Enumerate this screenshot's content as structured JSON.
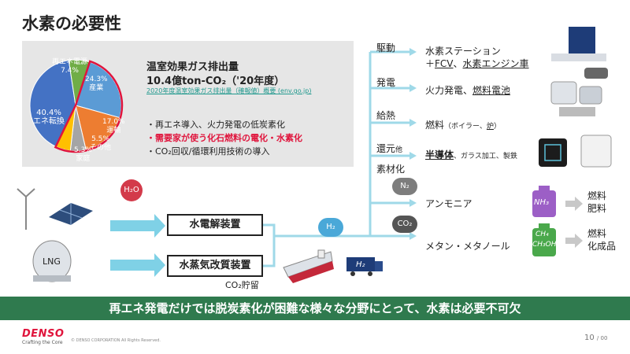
{
  "page_title": "水素の必要性",
  "emissions": {
    "title": "温室効果ガス排出量",
    "value": "10.4億ton-CO₂（'20年度）",
    "source": "2020年度温室効果ガス排出量（確報値）概要 (env.go.jp)"
  },
  "pie": {
    "slices": [
      {
        "label": "産業",
        "value": 24.3,
        "value_label": "24.3%",
        "color": "#5b9bd5"
      },
      {
        "label": "運輸",
        "value": 17.0,
        "value_label": "17.0%",
        "color": "#ed7d31"
      },
      {
        "label": "その他",
        "value": 5.5,
        "value_label": "5.5%",
        "color": "#a5a5a5"
      },
      {
        "label": "家庭",
        "value": 5.3,
        "value_label": "5.3%",
        "color": "#ffc000"
      },
      {
        "label": "エネ転換",
        "value": 40.4,
        "value_label": "40.4%",
        "color": "#4472c4"
      },
      {
        "label": "再エネ電源",
        "value": 7.4,
        "value_label": "7.4%",
        "color": "#70ad47"
      }
    ],
    "highlight_color": "#e0143c"
  },
  "bullets": [
    "・再エネ導入、火力発電の低炭素化",
    "・需要家が使う化石燃料の電化・水素化",
    "・CO₂回収/循環利用技術の導入"
  ],
  "categories": {
    "drive": "駆動",
    "power": "発電",
    "heat": "給熱",
    "reduction": "還元",
    "reduction_suffix": "他",
    "material": "素材化"
  },
  "usages": {
    "drive_line1": "水素ステーション",
    "drive_line2_prefix": "＋",
    "drive_fcv": "FCV",
    "drive_sep": "、",
    "drive_truck": "水素エンジン車",
    "power_prefix": "火力発電、",
    "power_fc": "燃料電池",
    "heat_main": "燃料",
    "heat_paren_open": "（ボイラー、",
    "heat_furnace": "炉",
    "heat_paren_close": "）",
    "reduction_semi": "半導体",
    "reduction_rest": "、ガラス加工、製鉄",
    "ammonia": "アンモニア",
    "methanol": "メタン・メタノール"
  },
  "molecules": {
    "h2o": "H₂O",
    "h2": "H₂",
    "n2": "N₂",
    "co2": "CO₂",
    "truck_h2": "H₂"
  },
  "lng_label": "LNG",
  "processes": {
    "electrolysis": "水電解装置",
    "reforming": "水蒸気改質装置",
    "co2_storage": "CO₂貯留"
  },
  "products": {
    "nh3": "NH₃",
    "nh3_out1": "燃料",
    "nh3_out2": "肥料",
    "ch4": "CH₄",
    "ch3oh": "CH₃OH",
    "ch_out1": "燃料",
    "ch_out2": "化成品"
  },
  "banner": "再エネ発電だけでは脱炭素化が困難な様々な分野にとって、水素は必要不可欠",
  "footer": {
    "logo": "DENSO",
    "tagline": "Crafting the Core",
    "copyright": "© DENSO CORPORATION All Rights Reserved.",
    "page": "10",
    "page_total": "/ 00"
  },
  "colors": {
    "flow": "#9fd9e8",
    "flow_dark": "#6cc4dc",
    "banner": "#2f7a4e",
    "highlight": "#e0143c",
    "panel": "#e6e6e6"
  },
  "icons": [
    "wind-turbine-icon",
    "solar-panel-icon",
    "lng-tank-icon",
    "ship-icon",
    "truck-icon",
    "hydrogen-station-icon",
    "fuel-cell-plant-icon",
    "boiler-icon",
    "chip-icon",
    "nh3-tank-icon",
    "ch4-tank-icon"
  ]
}
